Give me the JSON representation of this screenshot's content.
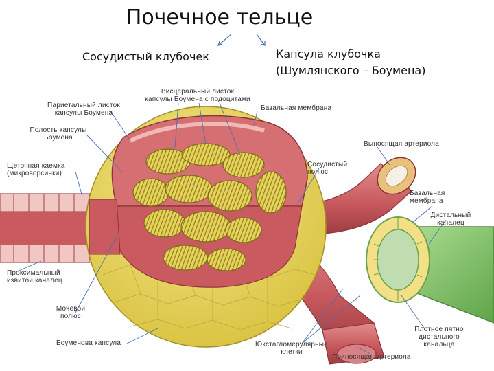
{
  "title": "Почечное тельце",
  "subtitles": {
    "left": "Сосудистый клубочек",
    "right_line1": "Капсула клубочка",
    "right_line2": "(Шумлянского – Боумена)"
  },
  "labels": {
    "visceral_1": "Висцеральный листок",
    "visceral_2": "капсулы Боумена с подоцитами",
    "parietal_1": "Париетальный листок",
    "parietal_2": "капсулы Боумена",
    "basal_membrane_top": "Базальная мембрана",
    "cavity_1": "Полость капсулы",
    "cavity_2": "Боумена",
    "efferent": "Выносящая артериола",
    "brush_1": "Щеточная каемка",
    "brush_2": "(микроворсинки)",
    "vascular_pole_1": "Сосудистый",
    "vascular_pole_2": "полюс",
    "basal_membrane_right_1": "Базальная",
    "basal_membrane_right_2": "мембрана",
    "distal_1": "Дистальный",
    "distal_2": "каналец",
    "proximal_1": "Проксимальный",
    "proximal_2": "извитой каналец",
    "urinary_pole_1": "Мочевой",
    "urinary_pole_2": "полюс",
    "bowman_capsule": "Боуменова капсула",
    "jg_1": "Юкстагломерулярные",
    "jg_2": "клетки",
    "macula_1": "Плотное пятно",
    "macula_2": "дистального",
    "macula_3": "канальца",
    "afferent": "Приносящая артериола"
  },
  "colors": {
    "capsule_yellow": "#e9d65a",
    "capsule_dark": "#b3a12c",
    "tissue_pink": "#d56f72",
    "tissue_light": "#f1b9b6",
    "vessel": "#c85a5e",
    "tubule_green": "#7cc063",
    "leader": "#4a6fb0"
  }
}
